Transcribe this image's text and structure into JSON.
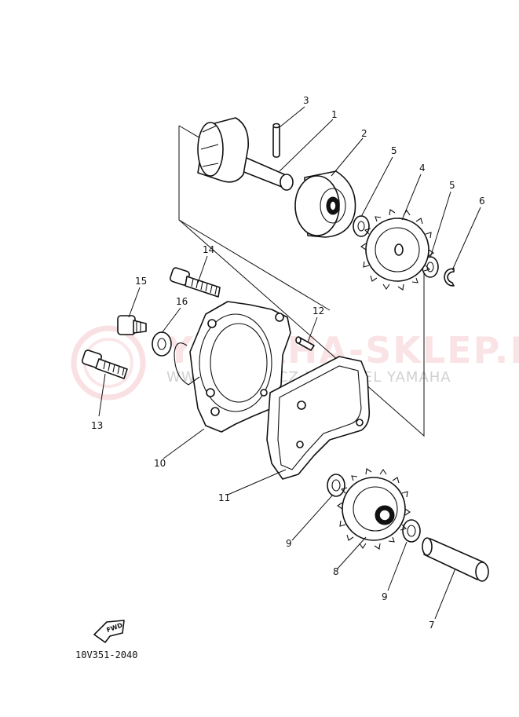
{
  "diagram": {
    "callouts": [
      "1",
      "2",
      "3",
      "4",
      "5",
      "5",
      "6",
      "7",
      "8",
      "9",
      "9",
      "10",
      "11",
      "12",
      "13",
      "14",
      "15",
      "16"
    ],
    "drawing_code": "10V351-2040",
    "fwd_label": "FWD"
  },
  "watermark": {
    "title": "YAMAHA-SKLEP.PL",
    "subtitle": "WWW.SKLEP-ZCZ | PODZIEL YAMAHA"
  }
}
